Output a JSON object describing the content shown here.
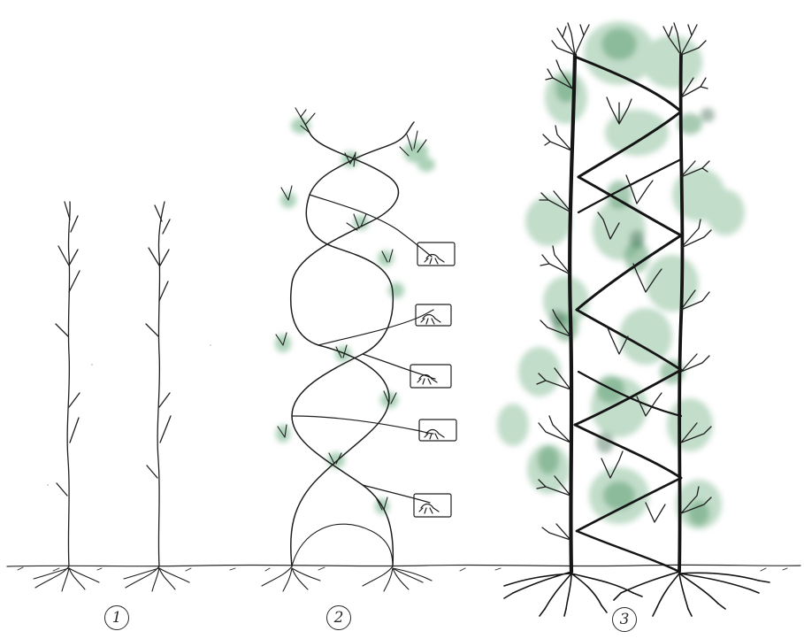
{
  "steps": [
    {
      "number": "1"
    },
    {
      "number": "2"
    },
    {
      "number": "3"
    }
  ],
  "colors": {
    "ink": "#1f1f1f",
    "foliage": "#5f9e74",
    "foliage_light": "#a9cfb4",
    "foliage_dark": "#3f6b52",
    "ground": "#2a2a2a",
    "background": "#ffffff"
  },
  "illustration": {
    "stage_1": "two-unbranched-whips",
    "stage_2": "two-whips-woven-with-rooted-cuttings",
    "stage_3": "mature-woven-hedge-with-foliage"
  }
}
